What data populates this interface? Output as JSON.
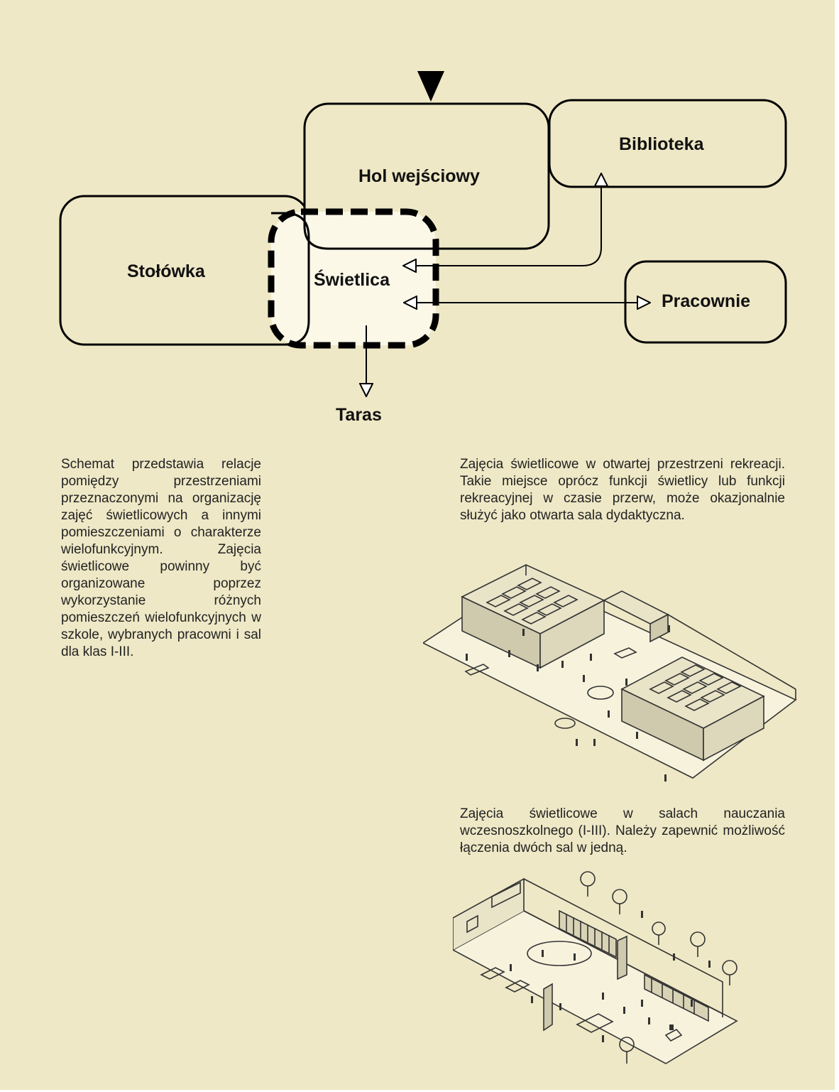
{
  "diagram": {
    "nodes": {
      "hol": "Hol wejściowy",
      "biblioteka": "Biblioteka",
      "stolowka": "Stołówka",
      "swietlica": "Świetlica",
      "pracownie": "Pracownie",
      "taras": "Taras"
    }
  },
  "text": {
    "description": "Schemat przedstawia relacje pomiędzy przestrzeniami przeznaczonymi na organizację zajęć świetlicowych a innymi pomieszczeniami o charakterze wielofunkcyjnym. Zajęcia świetlicowe powinny być organizowane poprzez wykorzystanie różnych pomieszczeń wielofunkcyjnych w szkole, wybranych pracowni i sal dla klas I-III.",
    "caption_1": "Zajęcia świetlicowe w otwartej przestrzeni rekreacji. Takie miejsce oprócz funkcji świetlicy lub funkcji rekreacyjnej w czasie przerw, może okazjonalnie służyć jako otwarta sala dydaktyczna.",
    "caption_2": "Zajęcia świetlicowe w salach nauczania wczesnoszkolnego (I-III). Należy zapewnić możliwość łączenia dwóch sal w jedną."
  },
  "colors": {
    "background": "#eee8c6",
    "swietlica_fill": "#fbf8e8",
    "stroke": "#000000"
  },
  "illustrations": {
    "top": "isometric-drawing-open-recreation-space",
    "bottom": "isometric-drawing-early-school-classrooms"
  }
}
